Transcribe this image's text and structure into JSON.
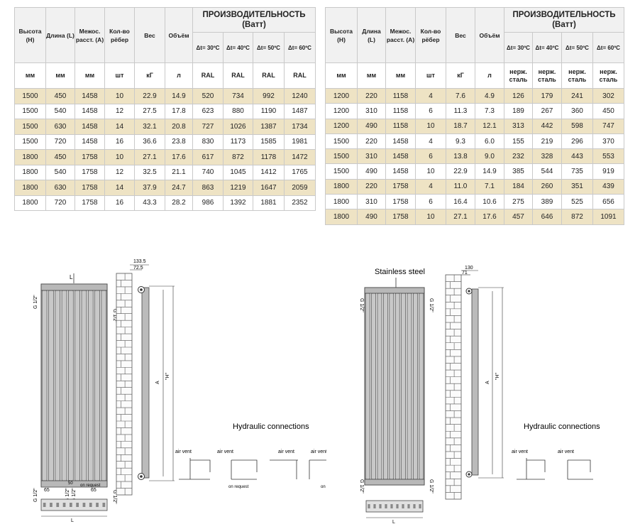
{
  "tables": [
    {
      "headers": {
        "height": "Высота (Н)",
        "length": "Длина (L)",
        "axis": "Межос. расст. (А)",
        "fins": "Кол-во рёбер",
        "weight": "Вес",
        "volume": "Объём",
        "perf_title": "ПРОИЗВОДИТЕЛЬНОСТЬ",
        "perf_unit": "(Ватт)",
        "dt": [
          "Δt= 30ºС",
          "Δt= 40ºС",
          "Δt= 50ºС",
          "Δt= 60ºС"
        ]
      },
      "units": [
        "мм",
        "мм",
        "мм",
        "шт",
        "кГ",
        "л",
        "RAL",
        "RAL",
        "RAL",
        "RAL"
      ],
      "rows": [
        [
          "1500",
          "450",
          "1458",
          "10",
          "22.9",
          "14.9",
          "520",
          "734",
          "992",
          "1240"
        ],
        [
          "1500",
          "540",
          "1458",
          "12",
          "27.5",
          "17.8",
          "623",
          "880",
          "1190",
          "1487"
        ],
        [
          "1500",
          "630",
          "1458",
          "14",
          "32.1",
          "20.8",
          "727",
          "1026",
          "1387",
          "1734"
        ],
        [
          "1500",
          "720",
          "1458",
          "16",
          "36.6",
          "23.8",
          "830",
          "1173",
          "1585",
          "1981"
        ],
        [
          "1800",
          "450",
          "1758",
          "10",
          "27.1",
          "17.6",
          "617",
          "872",
          "1178",
          "1472"
        ],
        [
          "1800",
          "540",
          "1758",
          "12",
          "32.5",
          "21.1",
          "740",
          "1045",
          "1412",
          "1765"
        ],
        [
          "1800",
          "630",
          "1758",
          "14",
          "37.9",
          "24.7",
          "863",
          "1219",
          "1647",
          "2059"
        ],
        [
          "1800",
          "720",
          "1758",
          "16",
          "43.3",
          "28.2",
          "986",
          "1392",
          "1881",
          "2352"
        ]
      ]
    },
    {
      "headers": {
        "height": "Высота (Н)",
        "length": "Длина (L)",
        "axis": "Межос. расст. (А)",
        "fins": "Кол-во рёбер",
        "weight": "Вес",
        "volume": "Объём",
        "perf_title": "ПРОИЗВОДИТЕЛЬНОСТЬ",
        "perf_unit": "(Ватт)",
        "dt": [
          "Δt= 30ºС",
          "Δt= 40ºС",
          "Δt= 50ºС",
          "Δt= 60ºС"
        ]
      },
      "units": [
        "мм",
        "мм",
        "мм",
        "шт",
        "кГ",
        "л",
        "нерж. сталь",
        "нерж. сталь",
        "нерж. сталь",
        "нерж. сталь"
      ],
      "rows": [
        [
          "1200",
          "220",
          "1158",
          "4",
          "7.6",
          "4.9",
          "126",
          "179",
          "241",
          "302"
        ],
        [
          "1200",
          "310",
          "1158",
          "6",
          "11.3",
          "7.3",
          "189",
          "267",
          "360",
          "450"
        ],
        [
          "1200",
          "490",
          "1158",
          "10",
          "18.7",
          "12.1",
          "313",
          "442",
          "598",
          "747"
        ],
        [
          "1500",
          "220",
          "1458",
          "4",
          "9.3",
          "6.0",
          "155",
          "219",
          "296",
          "370"
        ],
        [
          "1500",
          "310",
          "1458",
          "6",
          "13.8",
          "9.0",
          "232",
          "328",
          "443",
          "553"
        ],
        [
          "1500",
          "490",
          "1458",
          "10",
          "22.9",
          "14.9",
          "385",
          "544",
          "735",
          "919"
        ],
        [
          "1800",
          "220",
          "1758",
          "4",
          "11.0",
          "7.1",
          "184",
          "260",
          "351",
          "439"
        ],
        [
          "1800",
          "310",
          "1758",
          "6",
          "16.4",
          "10.6",
          "275",
          "389",
          "525",
          "656"
        ],
        [
          "1800",
          "490",
          "1758",
          "10",
          "27.1",
          "17.6",
          "457",
          "646",
          "872",
          "1091"
        ]
      ]
    }
  ],
  "drawings": {
    "left": {
      "dim_top": "133.5",
      "dim_top2": "72.5",
      "label_l": "L",
      "label_a": "A",
      "label_h": "\"H\"",
      "pipe_size": "G 1/2\"",
      "on_request": "on request",
      "dim_65": "65",
      "dim_65b": "65",
      "dim_50": "50",
      "hydraulic": "Hydraulic connections",
      "air_vent": "air vent"
    },
    "right": {
      "title": "Stainless steel",
      "dim_top": "130",
      "dim_top2": "71",
      "label_l": "L",
      "label_a": "A",
      "label_h": "\"H\"",
      "pipe_size": "G 1/2\"",
      "hydraulic": "Hydraulic connections",
      "air_vent": "air vent"
    }
  },
  "colors": {
    "row_shade": "#eee3c4",
    "header_bg": "#f1f1f1",
    "border": "#c9c9c9",
    "radiator_fill": "#cfcfcf",
    "brick_line": "#555555"
  }
}
